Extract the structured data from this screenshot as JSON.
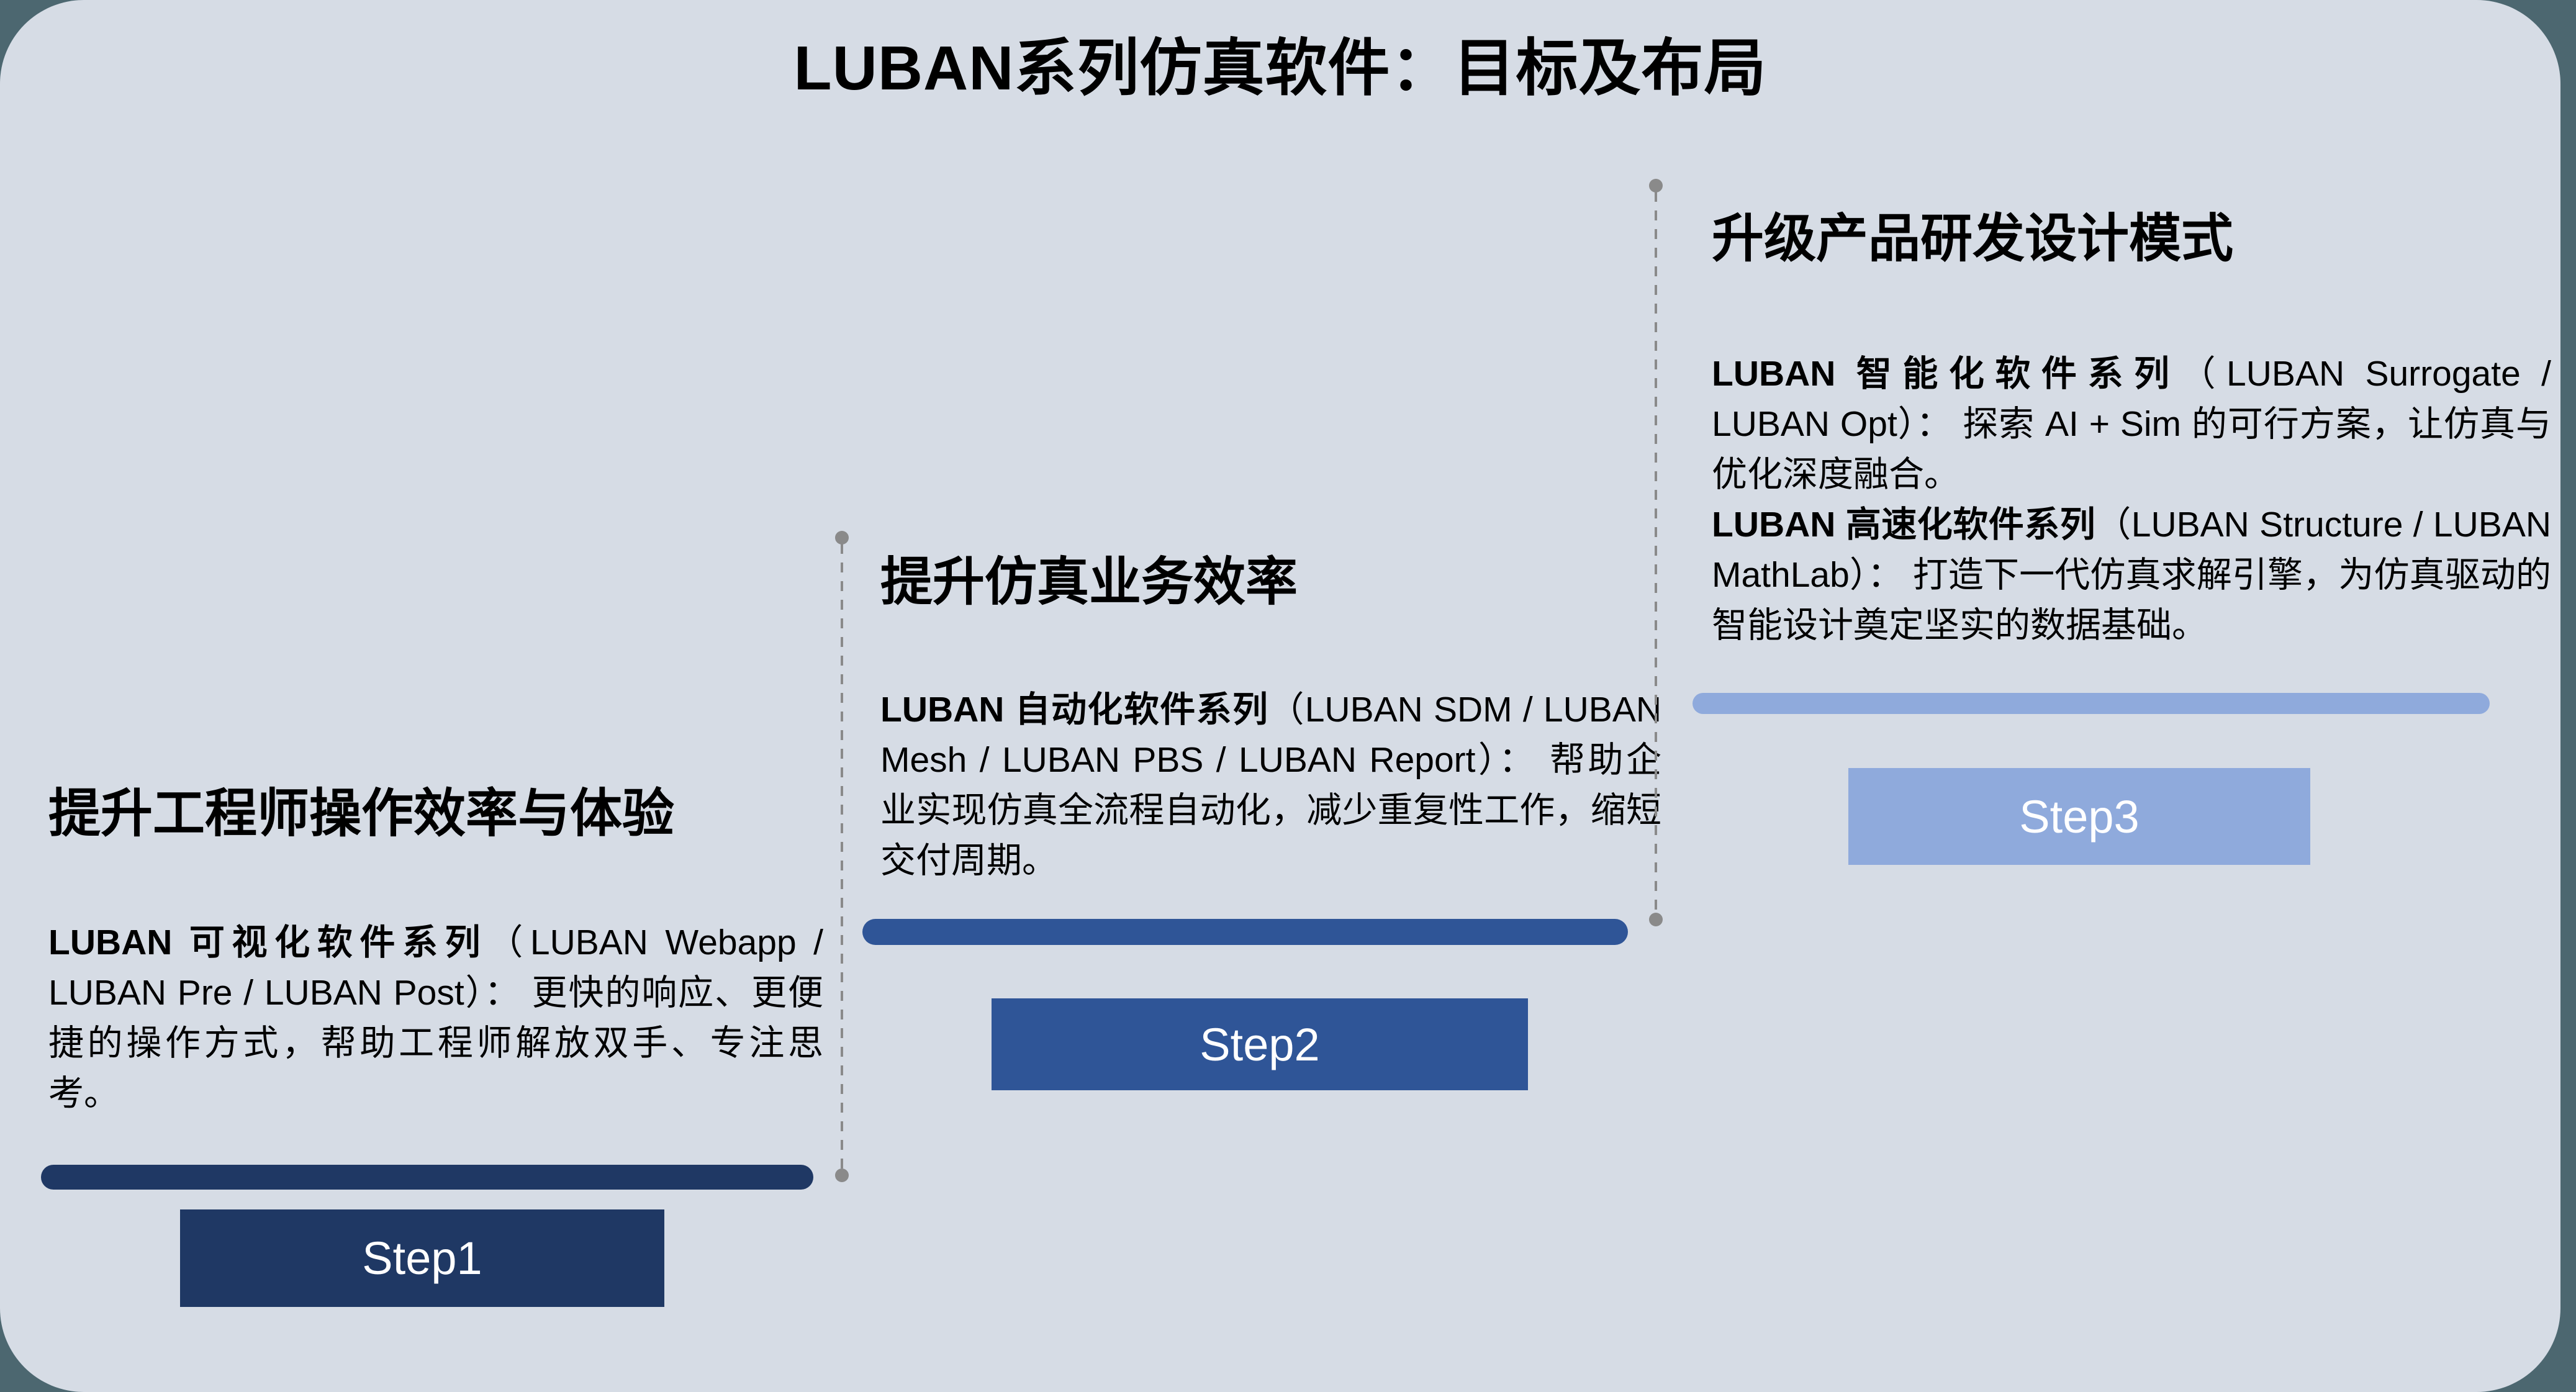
{
  "title": "LUBAN系列仿真软件：目标及布局",
  "colors": {
    "page_background": "#4C6770",
    "slide_background": "#D6DCE5",
    "step1_accent": "#1F3864",
    "step2_accent": "#2F5597",
    "step3_accent": "#8FAADC",
    "connector_gray": "#8A8A8A",
    "body_text": "#000000",
    "step_label_text": "#FFFFFF"
  },
  "steps": [
    {
      "heading": "提升工程师操作效率与体验",
      "body": [
        {
          "bold": "LUBAN 可视化软件系列",
          "text": "（LUBAN Webapp / LUBAN Pre / LUBAN Post）： 更快的响应、更便捷的操作方式，帮助工程师解放双手、专注思考。"
        }
      ],
      "label": "Step1",
      "color": "#1F3864"
    },
    {
      "heading": "提升仿真业务效率",
      "body": [
        {
          "bold": "LUBAN 自动化软件系列",
          "text": "（LUBAN SDM / LUBAN Mesh / LUBAN PBS / LUBAN Report）： 帮助企业实现仿真全流程自动化，减少重复性工作，缩短交付周期。"
        }
      ],
      "label": "Step2",
      "color": "#2F5597"
    },
    {
      "heading": "升级产品研发设计模式",
      "body": [
        {
          "bold": "LUBAN 智能化软件系列",
          "text": "（LUBAN Surrogate / LUBAN Opt）： 探索 AI + Sim 的可行方案，让仿真与优化深度融合。"
        },
        {
          "bold": "LUBAN 高速化软件系列",
          "text": "（LUBAN Structure / LUBAN MathLab）： 打造下一代仿真求解引擎，为仿真驱动的智能设计奠定坚实的数据基础。"
        }
      ],
      "label": "Step3",
      "color": "#8FAADC"
    }
  ]
}
